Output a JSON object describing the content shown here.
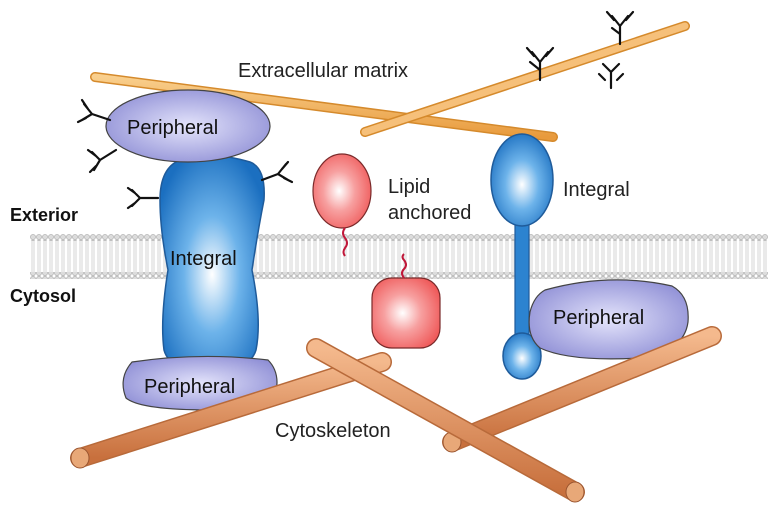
{
  "labels": {
    "extracellular_matrix": "Extracellular matrix",
    "exterior": "Exterior",
    "cytosol": "Cytosol",
    "cytoskeleton": "Cytoskeleton",
    "lipid_line1": "Lipid",
    "lipid_line2": "anchored",
    "integral_left": "Integral",
    "integral_right": "Integral",
    "peripheral_top": "Peripheral",
    "peripheral_bottom": "Peripheral",
    "peripheral_right": "Peripheral"
  },
  "colors": {
    "integral_protein": "#2a86d4",
    "peripheral_protein": "#8f8fd8",
    "lipid_anchored_protein": "#f46e6e",
    "matrix_fiber": "#f4b55c",
    "cytoskeleton_fiber": "#e3955e",
    "membrane": "#c8c8c8"
  }
}
